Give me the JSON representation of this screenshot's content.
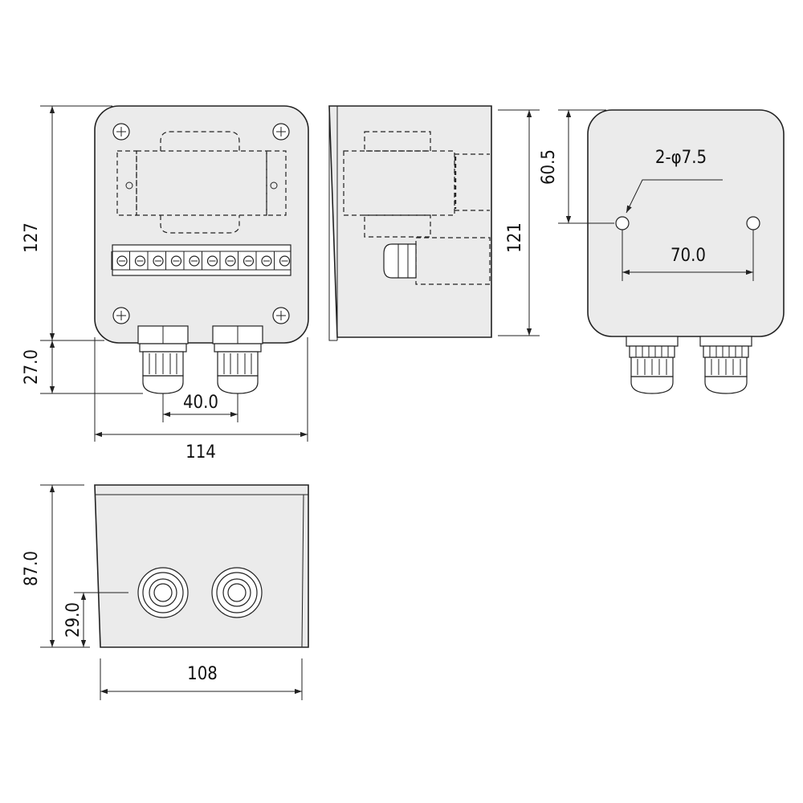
{
  "dimensions": {
    "front_height": "127",
    "gland_height": "27.0",
    "gland_spacing": "40.0",
    "front_width": "114",
    "side_height": "121",
    "hole_offset": "60.5",
    "hole_label": "2-φ7.5",
    "hole_spacing": "70.0",
    "bottom_depth": "87.0",
    "bottom_gland_height": "29.0",
    "bottom_width": "108"
  },
  "colors": {
    "line": "#222222",
    "body_fill": "#ebebeb",
    "background": "#ffffff"
  }
}
